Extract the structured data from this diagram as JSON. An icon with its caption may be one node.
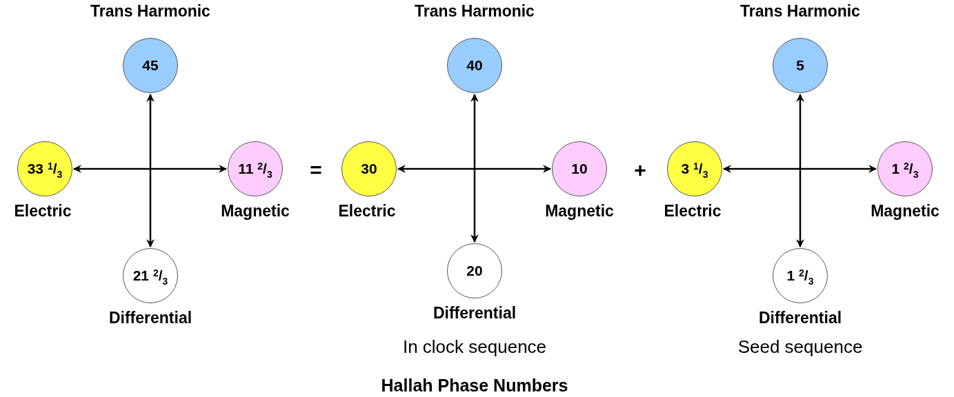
{
  "diagram": {
    "caption": "Hallah Phase Numbers",
    "nodes": [
      {
        "text": [
          "Trans Harmonic",
          "45"
        ]
      },
      {
        "text": [
          "33 $^{1}$/$_{3}$",
          "Electric"
        ]
      },
      {
        "text": [
          "11 $^{2}$/$_{3}$",
          "Magnetic"
        ]
      },
      {
        "text": [
          "21 $^{2}$/$_{3}$",
          "Differential"
        ]
      },
      {
        "text": [
          "Trans Harmonic",
          "40"
        ]
      },
      {
        "text": [
          "30",
          "Electric"
        ]
      },
      {
        "text": [
          "10",
          "Magnetic"
        ]
      },
      {
        "text": [
          "20",
          "Differential"
        ]
      },
      {
        "text": [
          "Trans Harmonic",
          "5"
        ]
      },
      {
        "text": [
          "3 $^{1}$/$_{3}$",
          "Electric"
        ]
      },
      {
        "text": [
          "1 $^{2}$/$_{3}$",
          "Magnetic"
        ]
      },
      {
        "text": [
          "1 $^{2}$/$_{3}$",
          "Differential"
        ]
      }
    ],
    "edges": [
      {
        "from": 0,
        "to": 3,
        "arrow": "both"
      },
      {
        "from": 1,
        "to": 2,
        "arrow": "both"
      },
      {
        "from": 4,
        "to": 7,
        "arrow": "both"
      },
      {
        "from": 5,
        "to": 6,
        "arrow": "both"
      },
      {
        "from": 8,
        "to": 11,
        "arrow": "both"
      },
      {
        "from": 9,
        "to": 10,
        "arrow": "both"
      }
    ],
    "labels": [
      "=",
      "+",
      "In clock sequence",
      "Seed sequence"
    ]
  }
}
